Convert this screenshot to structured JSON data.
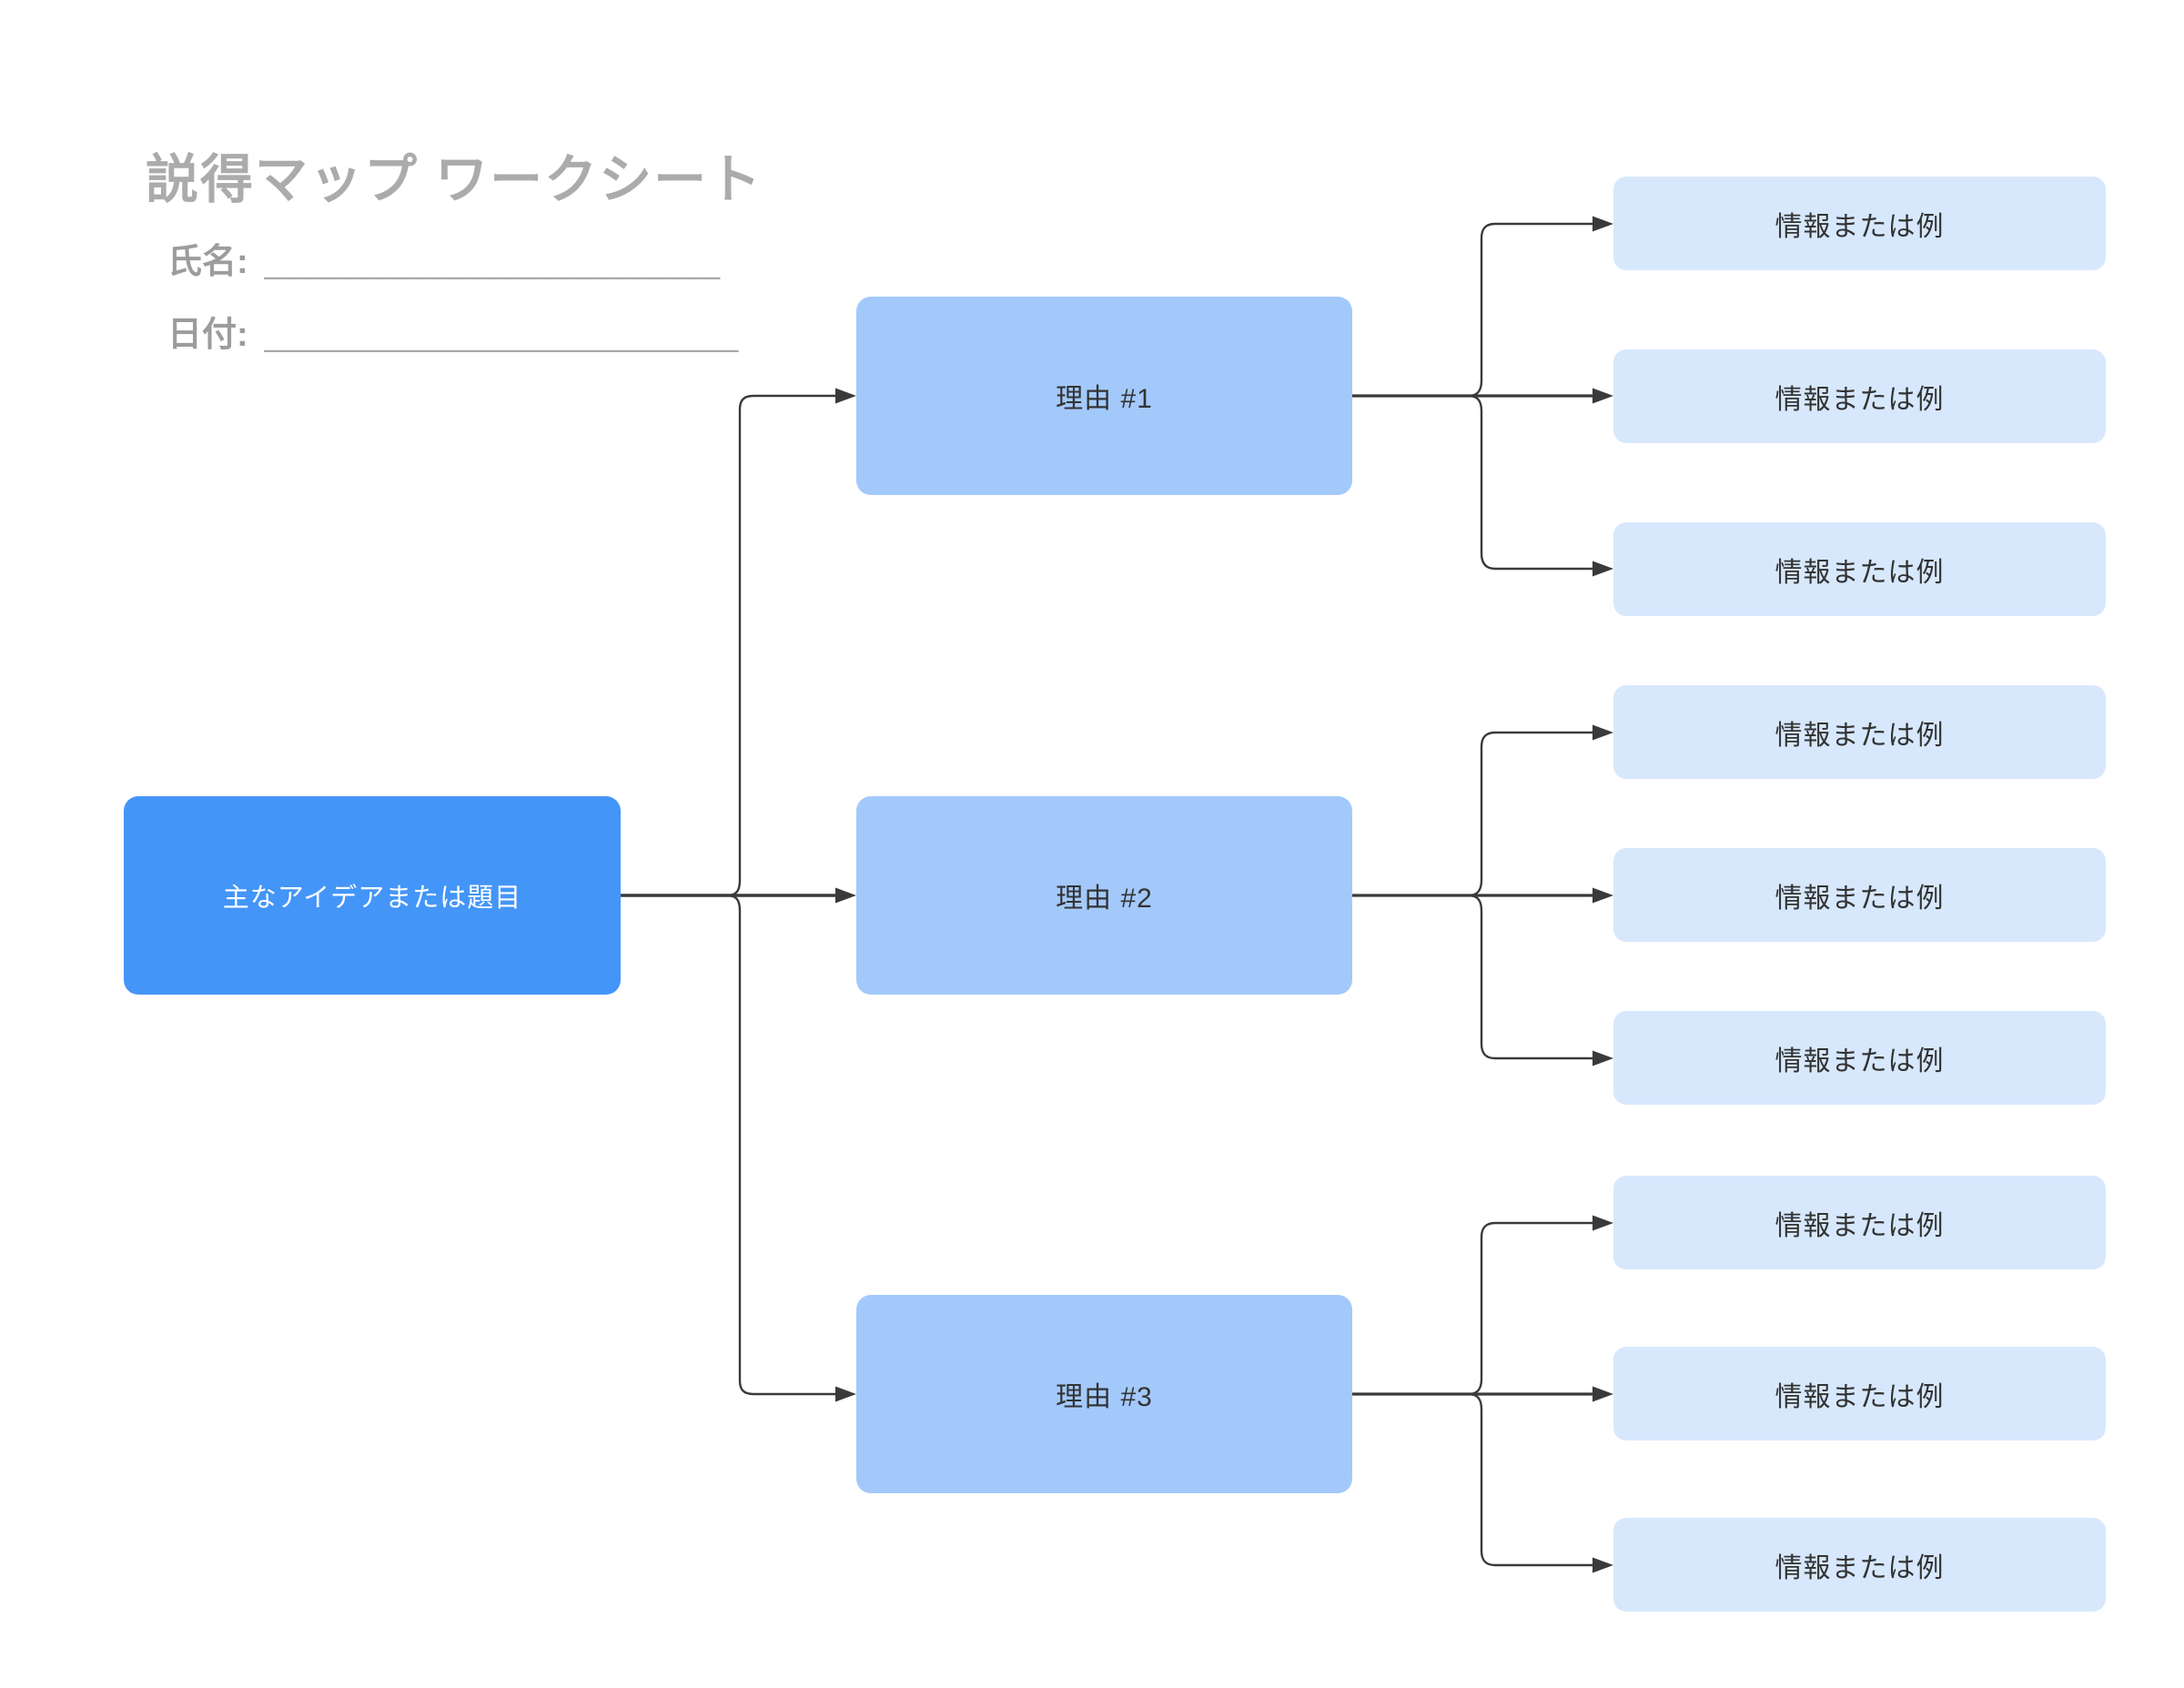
{
  "page": {
    "title": "説得マップ ワークシート",
    "background": "#FFFFFF"
  },
  "fields": {
    "name": {
      "label": "氏名:",
      "line": "_________________________"
    },
    "date": {
      "label": "日付:",
      "line": "__________________________"
    }
  },
  "diagram": {
    "main": {
      "label": "主なアイデアまたは題目"
    },
    "reasons": [
      {
        "label": "理由 #1",
        "infos": [
          {
            "label": "情報または例"
          },
          {
            "label": "情報または例"
          },
          {
            "label": "情報または例"
          }
        ]
      },
      {
        "label": "理由 #2",
        "infos": [
          {
            "label": "情報または例"
          },
          {
            "label": "情報または例"
          },
          {
            "label": "情報または例"
          }
        ]
      },
      {
        "label": "理由 #3",
        "infos": [
          {
            "label": "情報または例"
          },
          {
            "label": "情報または例"
          },
          {
            "label": "情報または例"
          }
        ]
      }
    ]
  },
  "colors": {
    "main_box": "#4495F8",
    "main_box_text": "#FFFFFF",
    "reason_box": "#A3C9FB",
    "info_box": "#D7E8FD",
    "box_text": "#333333",
    "connector": "#3A3A3A",
    "title_text": "#ABABAB",
    "field_text": "#9C9C9C",
    "underscore_line": "#A8A8A8"
  }
}
